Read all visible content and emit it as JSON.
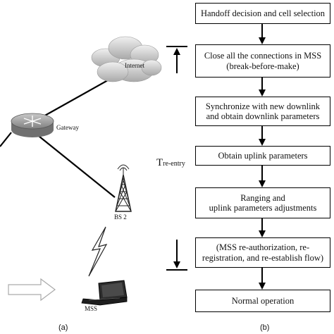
{
  "diagram_a": {
    "internet_label": "Internet",
    "gateway_label": "Gateway",
    "bs_label": "BS 2",
    "mss_label": "MSS",
    "caption": "(a)"
  },
  "diagram_b": {
    "steps": [
      {
        "lines": [
          "Handoff decision and cell selection"
        ]
      },
      {
        "lines": [
          "Close all the connections in MSS",
          "(break-before-make)"
        ]
      },
      {
        "lines": [
          "Synchronize with new downlink",
          "and obtain downlink parameters"
        ]
      },
      {
        "lines": [
          "Obtain uplink parameters"
        ]
      },
      {
        "lines": [
          "Ranging and",
          "uplink parameters adjustments"
        ]
      },
      {
        "lines": [
          "(MSS re-authorization, re-",
          "registration, and re-establish flow)"
        ]
      },
      {
        "lines": [
          "Normal operation"
        ]
      }
    ],
    "t_main": "T",
    "t_sub": "re-entry",
    "caption": "(b)"
  }
}
